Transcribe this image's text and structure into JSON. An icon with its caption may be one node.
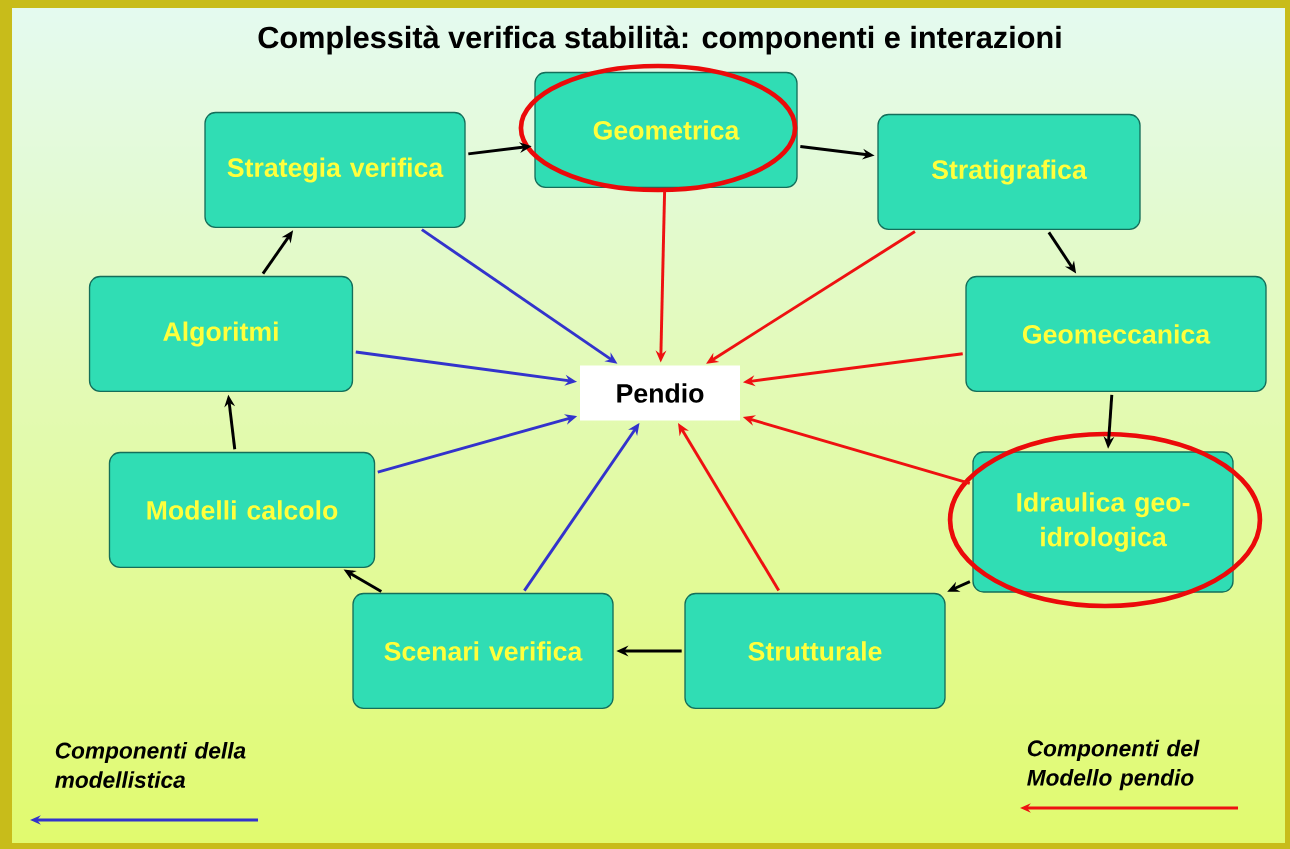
{
  "diagram": {
    "title": "Complessità verifica stabilità: componenti e interazioni",
    "nodes": [
      {
        "text": [
          "Strategia verifica"
        ]
      },
      {
        "text": [
          "Geometrica"
        ]
      },
      {
        "text": [
          "Stratigrafica"
        ]
      },
      {
        "text": [
          "Geomeccanica"
        ]
      },
      {
        "text": [
          "Idraulica geo-idrologica"
        ]
      },
      {
        "text": [
          "Strutturale"
        ]
      },
      {
        "text": [
          "Scenari verifica"
        ]
      },
      {
        "text": [
          "Modelli calcolo"
        ]
      },
      {
        "text": [
          "Algoritmi"
        ]
      },
      {
        "text": [
          "Pendio"
        ]
      }
    ],
    "edges": [
      {
        "from": 0,
        "to": 1,
        "arrow": "to"
      },
      {
        "from": 1,
        "to": 2,
        "arrow": "to"
      },
      {
        "from": 2,
        "to": 3,
        "arrow": "to"
      },
      {
        "from": 3,
        "to": 4,
        "arrow": "to"
      },
      {
        "from": 4,
        "to": 5,
        "arrow": "to"
      },
      {
        "from": 5,
        "to": 6,
        "arrow": "to"
      },
      {
        "from": 6,
        "to": 7,
        "arrow": "to"
      },
      {
        "from": 7,
        "to": 8,
        "arrow": "to"
      },
      {
        "from": 8,
        "to": 0,
        "arrow": "to"
      },
      {
        "from": 0,
        "to": 9,
        "arrow": "to",
        "color": "#3333cc"
      },
      {
        "from": 8,
        "to": 9,
        "arrow": "to",
        "color": "#3333cc"
      },
      {
        "from": 7,
        "to": 9,
        "arrow": "to",
        "color": "#3333cc"
      },
      {
        "from": 6,
        "to": 9,
        "arrow": "to",
        "color": "#3333cc"
      },
      {
        "from": 1,
        "to": 9,
        "arrow": "to",
        "color": "#ee1111"
      },
      {
        "from": 2,
        "to": 9,
        "arrow": "to",
        "color": "#ee1111"
      },
      {
        "from": 3,
        "to": 9,
        "arrow": "to",
        "color": "#ee1111"
      },
      {
        "from": 4,
        "to": 9,
        "arrow": "to",
        "color": "#ee1111"
      },
      {
        "from": 5,
        "to": 9,
        "arrow": "to",
        "color": "#ee1111"
      }
    ],
    "legend": [
      {
        "text": "Componenti della modellistica"
      },
      {
        "text": "Componenti del Modello pendio"
      }
    ]
  }
}
